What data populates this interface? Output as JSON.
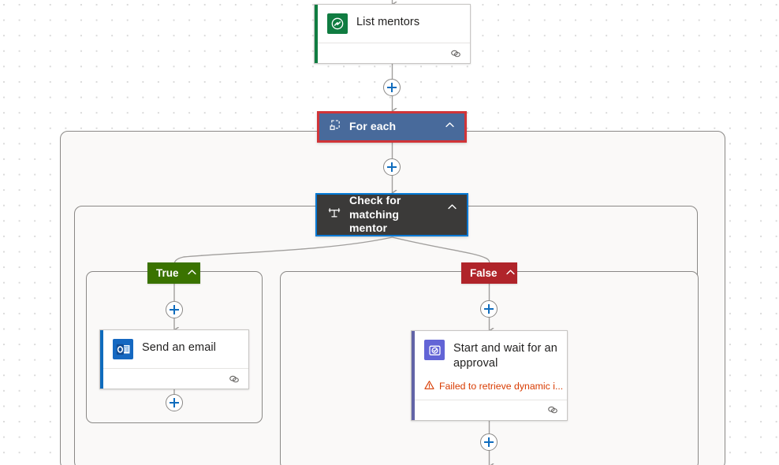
{
  "canvas": {
    "background_color": "#ffffff",
    "dot_color": "#d8d8d8",
    "scope_fill": "#faf9f8",
    "scope_border": "#8a8886"
  },
  "nodes": [
    {
      "id": "list-mentors",
      "label": "List mentors",
      "icon": "dataverse-list-icon",
      "icon_color": "#107c41",
      "accent_color": "#107c41",
      "footer_icon": "connector-link-icon",
      "type": "action"
    },
    {
      "id": "for-each",
      "label": "For each",
      "icon": "foreach-loop-icon",
      "background": "#486a9b",
      "border_color": "#d13438",
      "selected": true,
      "collapse_icon": "chevron-up-icon",
      "type": "scope-header"
    },
    {
      "id": "check-for-matching-mentor",
      "label": "Check for matching mentor",
      "icon": "condition-icon",
      "background": "#3b3a39",
      "border_color": "#0078d4",
      "collapse_icon": "chevron-up-icon",
      "type": "scope-header"
    },
    {
      "id": "send-an-email",
      "label": "Send an email",
      "icon": "outlook-mail-icon",
      "icon_color": "#0f6cbd",
      "accent_color": "#0f6cbd",
      "footer_icon": "connector-link-icon",
      "type": "action"
    },
    {
      "id": "start-and-wait-for-an-approval",
      "label": "Start and wait for an approval",
      "icon": "approvals-icon",
      "icon_color": "#6264a7",
      "accent_color": "#6264a7",
      "error": "Failed to retrieve dynamic i...",
      "error_icon": "warning-triangle-icon",
      "error_color": "#d83b01",
      "footer_icon": "connector-link-icon",
      "type": "action"
    }
  ],
  "branches": [
    {
      "id": "true",
      "label": "True",
      "color": "#3a7300",
      "collapse_icon": "chevron-up-icon"
    },
    {
      "id": "false",
      "label": "False",
      "color": "#b0242a",
      "collapse_icon": "chevron-up-icon"
    }
  ],
  "add_buttons": [
    {
      "id": "plus-1",
      "name": "insert-step-after-list-mentors"
    },
    {
      "id": "plus-2",
      "name": "insert-step-inside-for-each"
    },
    {
      "id": "plus-3",
      "name": "insert-step-true-branch-top"
    },
    {
      "id": "plus-4",
      "name": "insert-step-true-branch-bottom"
    },
    {
      "id": "plus-5",
      "name": "insert-step-false-branch-top"
    },
    {
      "id": "plus-6",
      "name": "insert-step-false-branch-bottom"
    }
  ],
  "icons": {
    "plus": "plus-icon",
    "chevron_up": "chevron-up-icon",
    "link": "connector-link-icon",
    "warning": "warning-triangle-icon"
  }
}
